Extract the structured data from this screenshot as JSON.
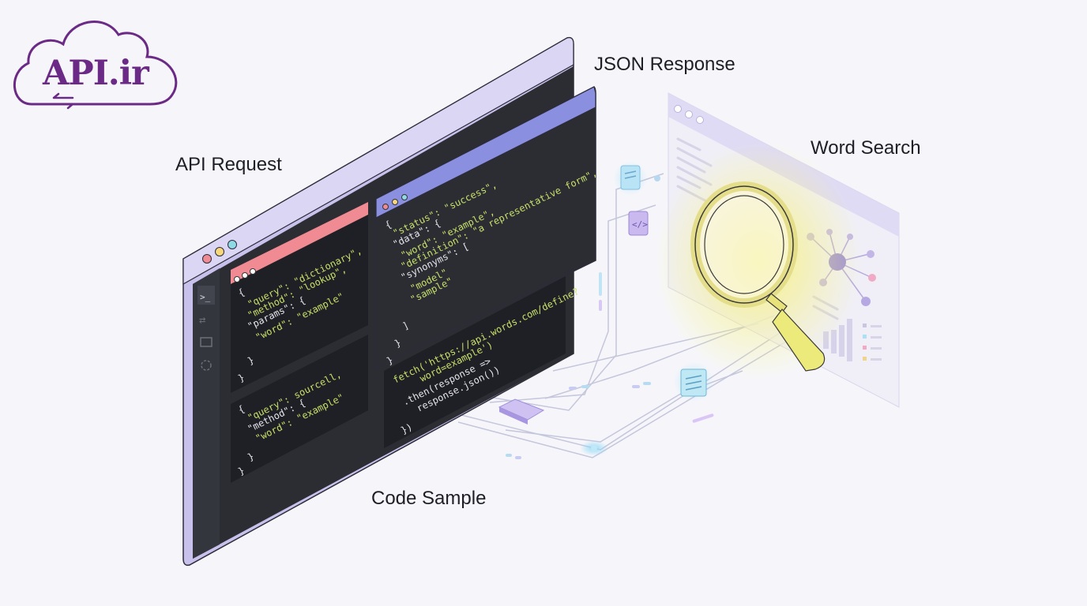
{
  "logo": {
    "text": "API.ir",
    "color": "#6b2a86"
  },
  "labels": {
    "json_response": "JSON Response",
    "api_request": "API Request",
    "word_search": "Word Search",
    "code_sample": "Code Sample"
  },
  "panels": {
    "request_top": {
      "lines": [
        "{",
        "\"query\": \"dictionary\",",
        "\"method\": \"lookup\",",
        "\"params\": {",
        "\"word\": \"example\"",
        "}",
        "}"
      ]
    },
    "request_bottom": {
      "lines": [
        "{",
        "\"query\": sourcell,",
        "\"method\": {",
        "\"word\": \"example\"",
        "}",
        "}"
      ]
    },
    "response": {
      "lines": [
        "{",
        "\"status\": \"success\",",
        "\"data\": {",
        "\"word\": \"example\",",
        "\"definition\": \"a representative form\",",
        "\"synonyms\": [",
        "\"model\"",
        "\"sample\"",
        "]",
        "}",
        "}"
      ]
    },
    "code": {
      "lines": [
        "fetch('https://api.words.com/define?",
        "word=example')",
        ".then(response =>",
        "response.json())",
        "})"
      ]
    }
  },
  "colors": {
    "string": "#c8e06a",
    "key": "#e8e8ee",
    "panel_bg": "#2b2d33",
    "window_frame": "#c9c3ea",
    "tab_red": "#f08a93",
    "tab_blue": "#8b8fe0",
    "highlight": "#f5f06a"
  },
  "icons": [
    "terminal-icon",
    "swap-icon",
    "folder-icon",
    "settings-icon",
    "magnifier-icon",
    "network-graph-icon",
    "code-icon",
    "document-icon"
  ]
}
